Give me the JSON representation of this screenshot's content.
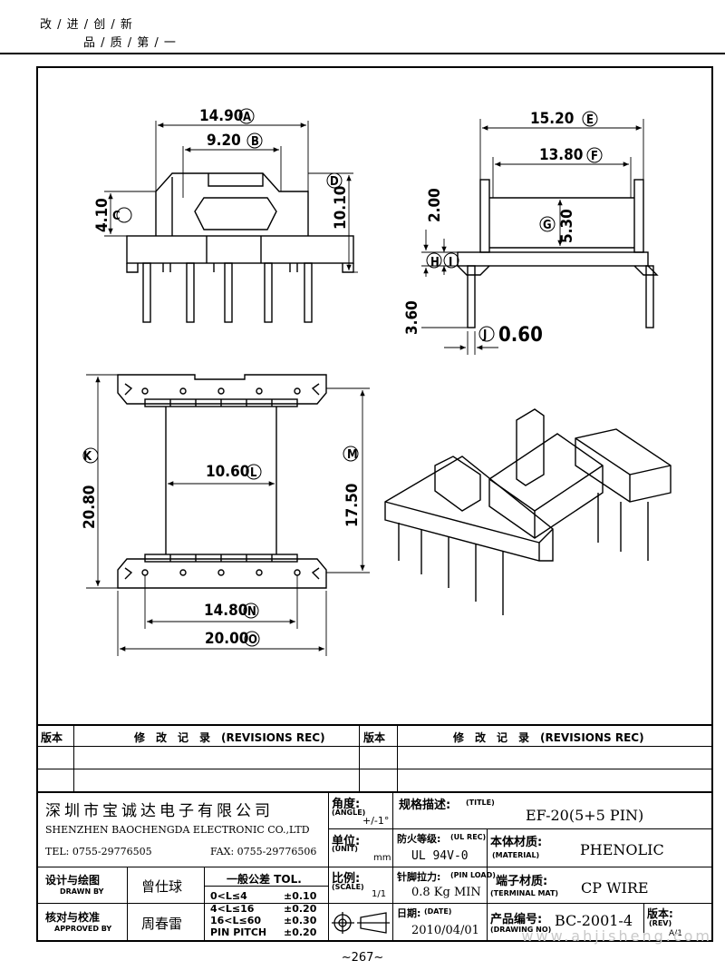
{
  "slogan": {
    "line1": "改 / 进 / 创 / 新",
    "line2": "品 / 质 / 第 / 一"
  },
  "dimensions": {
    "a": "14.90",
    "b": "9.20",
    "c": "4.10",
    "d": "10.10",
    "e": "15.20",
    "f": "13.80",
    "g": "5.30",
    "h_top": "2.00",
    "pin_len": "3.60",
    "j": "0.60",
    "k": "20.80",
    "l": "10.60",
    "m": "17.50",
    "n": "14.80",
    "o": "20.00",
    "letters": {
      "a": "A",
      "b": "B",
      "c": "C",
      "d": "D",
      "e": "E",
      "f": "F",
      "g": "G",
      "h": "H",
      "i": "I",
      "j": "J",
      "k": "K",
      "l": "L",
      "m": "M",
      "n": "N",
      "o": "O"
    }
  },
  "revisions": {
    "rev_label": "版本",
    "rec_label": "修　改　记　录　(REVISIONS REC)"
  },
  "company": {
    "name_cn": "深圳市宝诚达电子有限公司",
    "name_en": "SHENZHEN BAOCHENGDA ELECTRONIC CO.,LTD",
    "tel": "TEL: 0755-29776505",
    "fax": "FAX: 0755-29776506"
  },
  "title_block": {
    "angle_label": "角度:",
    "angle_en": "(ANGLE)",
    "angle_value": "+/-1°",
    "unit_label": "单位:",
    "unit_en": "(UNIT)",
    "unit_value": "mm",
    "scale_label": "比例:",
    "scale_en": "(SCALE)",
    "scale_value": "1/1",
    "title_label": "规格描述:",
    "title_en": "(TITLE)",
    "title_value": "EF-20(5+5 PIN)",
    "fire_label": "防火等级:",
    "fire_en": "(UL REC)",
    "fire_value": "UL 94V-0",
    "material_label": "本体材质:",
    "material_en": "(MATERIAL)",
    "material_value": "PHENOLIC",
    "pinload_label": "针脚拉力:",
    "pinload_en": "(PIN LOAD)",
    "pinload_value": "0.8 Kg MIN",
    "terminal_label": "端子材质:",
    "terminal_en": "(TERMINAL MAT)",
    "terminal_value": "CP WIRE",
    "date_label": "日期:",
    "date_en": "(DATE)",
    "date_value": "2010/04/01",
    "drawingno_label": "产品编号:",
    "drawingno_en": "(DRAWING NO)",
    "drawingno_value": "BC-2001-4",
    "rev_label": "版本:",
    "rev_en": "(REV)",
    "rev_value": "A/1",
    "drawn_label": "设计与绘图",
    "drawn_en": "DRAWN BY",
    "drawn_value": "曾仕球",
    "approved_label": "核对与校准",
    "approved_en": "APPROVED BY",
    "approved_value": "周春雷",
    "tol_title": "一般公差 TOL.",
    "tol": [
      {
        "range": "0<L≤4",
        "value": "±0.10"
      },
      {
        "range": "4<L≤16",
        "value": "±0.20"
      },
      {
        "range": "16<L≤60",
        "value": "±0.30"
      },
      {
        "range": "PIN PITCH",
        "value": "±0.20"
      }
    ]
  },
  "page_number": "~267~",
  "watermark": "www.ahjisheng.com"
}
